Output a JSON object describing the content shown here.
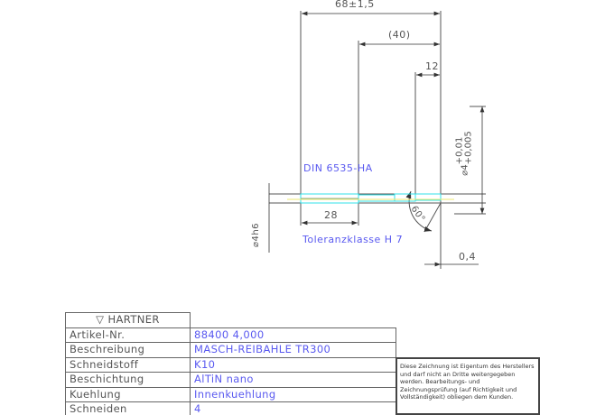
{
  "dimensions": {
    "overall_length": "68±1,5",
    "head_length": "(40)",
    "cutting_length": "12",
    "shank_length": "28",
    "shank_dia": "⌀4h6",
    "cutting_dia": "⌀4",
    "cutting_tol_upper": "+0,01",
    "cutting_tol_lower": "+0,005",
    "chamfer_angle": "60°",
    "chamfer_length": "0,4"
  },
  "annotations": {
    "standard": "DIN 6535-HA",
    "tolerance_class": "Toleranzklasse H 7"
  },
  "title_block": {
    "logo": "HARTNER",
    "rows": [
      {
        "label": "Artikel-Nr.",
        "value": "88400 4,000"
      },
      {
        "label": "Beschreibung",
        "value": "MASCH-REIBAHLE TR300"
      },
      {
        "label": "Schneidstoff",
        "value": "K10"
      },
      {
        "label": "Beschichtung",
        "value": "AlTiN nano"
      },
      {
        "label": "Kuehlung",
        "value": "Innenkuehlung"
      },
      {
        "label": "Schneiden",
        "value": "4"
      }
    ]
  },
  "note": "Diese Zeichnung ist Eigentum des Herstellers und darf nicht an Dritte weitergegeben werden. Bearbeitungs- und Zeichnungsprüfung (auf Richtigkeit und Vollständigkeit) obliegen dem Kunden."
}
